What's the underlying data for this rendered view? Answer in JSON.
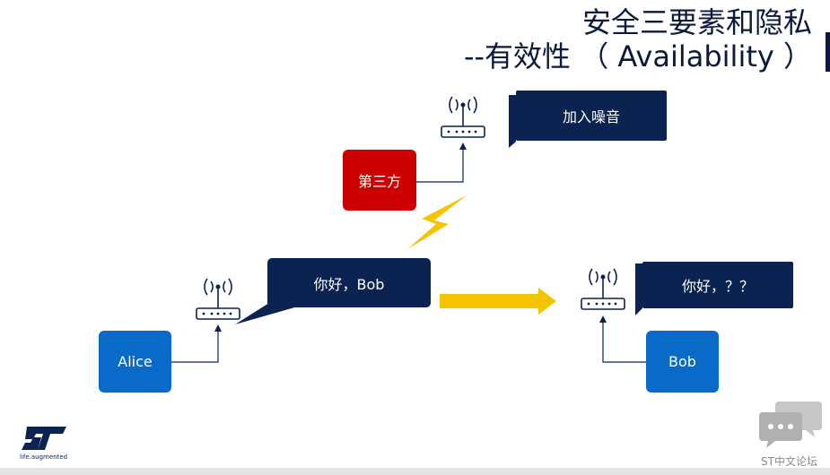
{
  "slide": {
    "title_line1": "安全三要素和隐私",
    "title_line2": "--有效性 （ Availability ）"
  },
  "nodes": {
    "alice": "Alice",
    "bob": "Bob",
    "third_party": "第三方"
  },
  "messages": {
    "alice_msg": "你好，Bob",
    "bob_received": "你好，？？",
    "noise": "加入噪音"
  },
  "icons": {
    "router": "wifi-router-icon",
    "lightning": "lightning-icon",
    "arrow": "arrow-right-icon",
    "chat": "chat-bubble-icon"
  },
  "branding": {
    "logo_tagline": "life.augmented",
    "watermark": "ST中文论坛"
  },
  "colors": {
    "navy": "#0b2350",
    "blue": "#0a6ac8",
    "red": "#cc0000",
    "yellow": "#f5c400"
  }
}
